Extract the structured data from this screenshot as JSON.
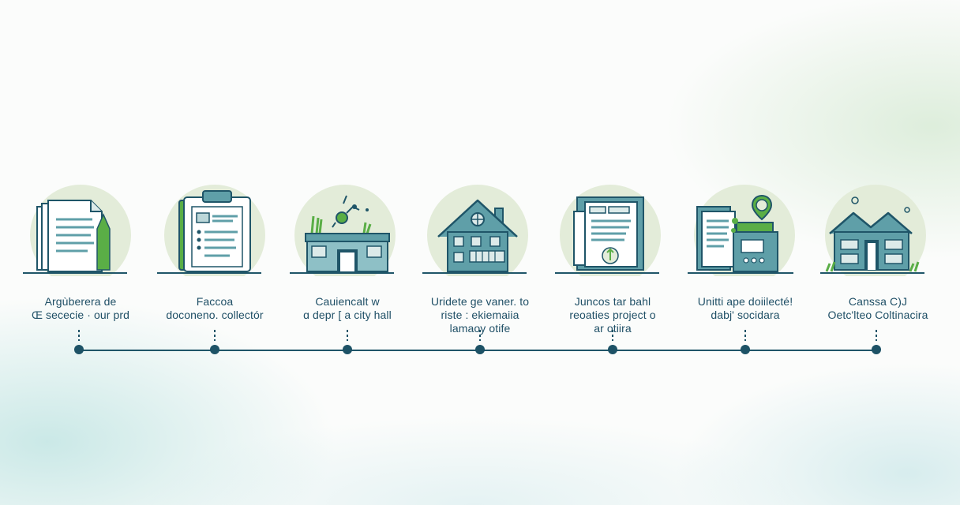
{
  "colors": {
    "circle": "#e3ecd9",
    "teal": "#5f9fa8",
    "teal_dark": "#1f5568",
    "green": "#5aae46",
    "text": "#1f4f66"
  },
  "steps": [
    {
      "icon": "document-stack-icon",
      "lines": [
        "Argùberera de",
        "Œ sececie · our prd"
      ]
    },
    {
      "icon": "clipboard-icon",
      "lines": [
        "Faccoa",
        "doconeno. collectór"
      ]
    },
    {
      "icon": "city-hall-icon",
      "lines": [
        "Cauiencalt w",
        "ɑ depr [ a city hall"
      ]
    },
    {
      "icon": "house-icon",
      "lines": [
        "Uridete ge vaner. to",
        "riste : ekiemaiia",
        "lamaoy otife"
      ]
    },
    {
      "icon": "certificate-icon",
      "lines": [
        "Juncos tar bahl",
        "reoaties project o",
        "ar otiira"
      ]
    },
    {
      "icon": "office-machine-icon",
      "lines": [
        "Unitti ape doiilecté!",
        "dabj' socidara"
      ]
    },
    {
      "icon": "building-icon",
      "lines": [
        "Canssa C)J",
        "Oetc'lteo Coltinacira"
      ]
    }
  ]
}
